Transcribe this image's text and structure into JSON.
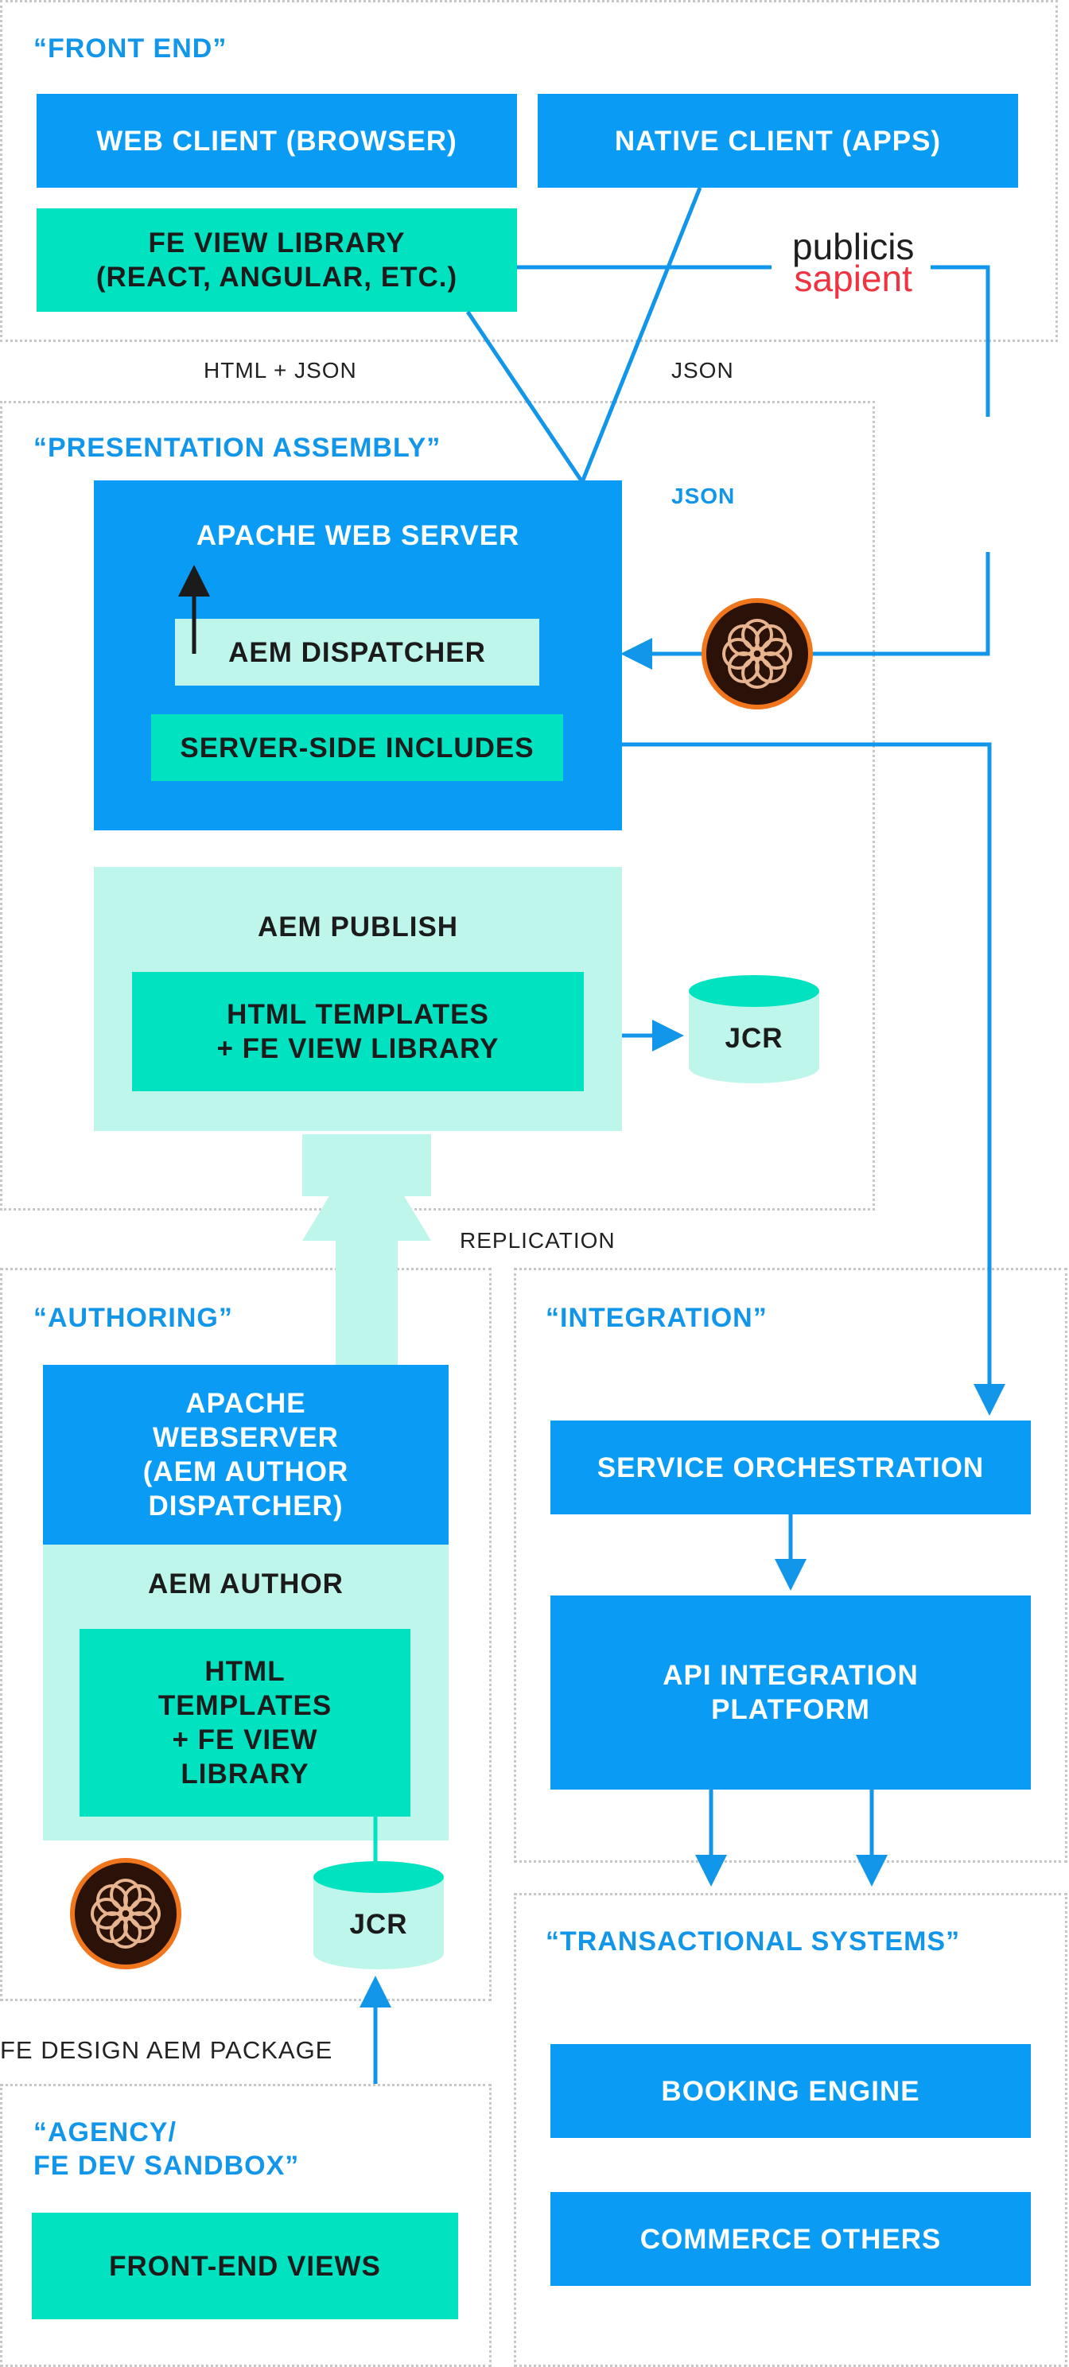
{
  "colors": {
    "blue": "#0a9cf5",
    "teal": "#01e3c0",
    "mint": "#bff6ec",
    "zone_title": "#1196ea",
    "arrow": "#1196ea",
    "logo_red": "#ef3340",
    "aem_ring": "#f0761e"
  },
  "zones": {
    "front_end": "“FRONT END”",
    "presentation": "“PRESENTATION ASSEMBLY”",
    "authoring": "“AUTHORING”",
    "integration": "“INTEGRATION”",
    "transactional": "“TRANSACTIONAL SYSTEMS”",
    "agency": "“AGENCY/\nFE DEV SANDBOX”"
  },
  "front_end": {
    "web_client": "WEB CLIENT (BROWSER)",
    "native_client": "NATIVE CLIENT (APPS)",
    "fe_view_library": "FE VIEW LIBRARY\n(REACT, ANGULAR, ETC.)"
  },
  "logo": {
    "line1": "publicis",
    "line2": "sapient"
  },
  "labels": {
    "html_json": "HTML + JSON",
    "json_top": "JSON",
    "json_inner": "JSON",
    "replication": "REPLICATION",
    "fe_design_package": "FE DESIGN AEM PACKAGE"
  },
  "presentation": {
    "apache_web_server": "APACHE WEB SERVER",
    "aem_dispatcher": "AEM DISPATCHER",
    "server_side_includes": "SERVER-SIDE INCLUDES",
    "aem_publish": "AEM PUBLISH",
    "html_templates": "HTML TEMPLATES\n+ FE VIEW LIBRARY",
    "jcr": "JCR"
  },
  "authoring": {
    "apache_webserver": "APACHE\nWEBSERVER\n(AEM AUTHOR\nDISPATCHER)",
    "aem_author": "AEM AUTHOR",
    "html_templates": "HTML\nTEMPLATES\n+ FE VIEW\nLIBRARY",
    "jcr": "JCR"
  },
  "integration": {
    "service_orchestration": "SERVICE ORCHESTRATION",
    "api_integration": "API INTEGRATION\nPLATFORM"
  },
  "transactional": {
    "booking_engine": "BOOKING ENGINE",
    "commerce_others": "COMMERCE OTHERS"
  },
  "agency": {
    "front_end_views": "FRONT-END VIEWS"
  }
}
